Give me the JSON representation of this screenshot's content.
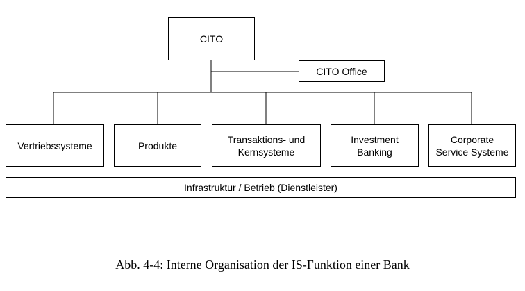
{
  "org_chart": {
    "top": "CITO",
    "staff": "CITO Office",
    "units": [
      "Vertriebssysteme",
      "Produkte",
      "Transaktions- und\nKernsysteme",
      "Investment\nBanking",
      "Corporate\nService Systeme"
    ],
    "base": "Infrastruktur  / Betrieb (Dienstleister)"
  },
  "caption": "Abb. 4-4: Interne Organisation der IS-Funktion einer Bank"
}
